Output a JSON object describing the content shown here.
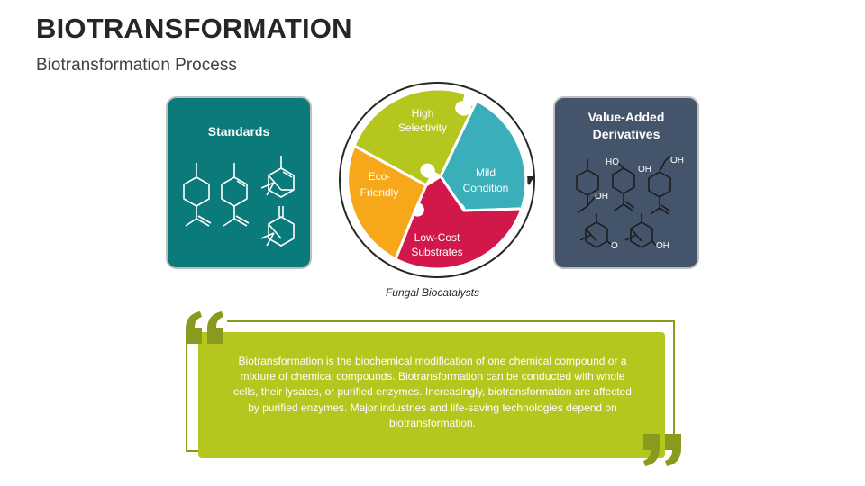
{
  "header": {
    "title": "BIOTRANSFORMATION",
    "subtitle": "Biotransformation Process"
  },
  "left_panel": {
    "title": "Standards",
    "color": "#0b7a7a"
  },
  "right_panel": {
    "title_line1": "Value-Added",
    "title_line2": "Derivatives",
    "color": "#44546a",
    "atom_labels": [
      "HO",
      "OH",
      "OH",
      "OH",
      "O",
      "OH"
    ]
  },
  "puzzle": {
    "caption": "Fungal Biocatalysts",
    "pieces": [
      {
        "line1": "High",
        "line2": "Selectivity",
        "color": "#b5c71f"
      },
      {
        "line1": "Mild",
        "line2": "Condition",
        "color": "#3aafb9"
      },
      {
        "line1": "Low-Cost",
        "line2": "Substrates",
        "color": "#d2174a"
      },
      {
        "line1": "Eco-",
        "line2": "Friendly",
        "color": "#f6a81a"
      }
    ]
  },
  "quote": {
    "text": "Biotransformation is the biochemical modification of one chemical compound or a mixture of chemical compounds. Biotransformation can be conducted with whole cells, their lysates, or purified enzymes. Increasingly, biotransformation are affected by purified enzymes. Major industries and life-saving technologies depend on biotransformation.",
    "accent": "#8a9a1e",
    "box_color": "#b5c71f"
  }
}
